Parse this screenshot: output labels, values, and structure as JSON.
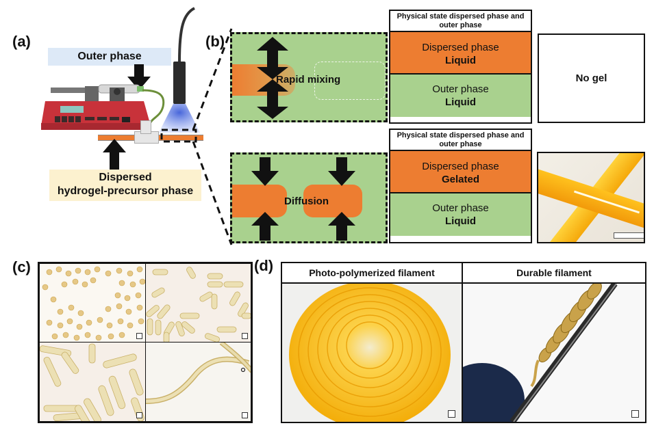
{
  "panels": {
    "a": {
      "label": "(a)",
      "outer_phase_label": "Outer phase",
      "dispersed_label_line1": "Dispersed",
      "dispersed_label_line2": "hydrogel-precursor phase",
      "colors": {
        "outer_box": "#dde9f7",
        "dispersed_box": "#fcf1cf",
        "pump": "#c8323a",
        "tube": "#ed7d31",
        "uv_light": "#7b9cf0"
      }
    },
    "b": {
      "label": "(b)",
      "rows": [
        {
          "mechanism": "Rapid mixing",
          "table_header": "Physical state dispersed phase and outer phase",
          "dispersed_title": "Dispersed phase",
          "dispersed_state": "Liquid",
          "outer_title": "Outer phase",
          "outer_state": "Liquid",
          "result": "No gel"
        },
        {
          "mechanism": "Diffusion",
          "table_header": "Physical state dispersed phase and outer phase",
          "dispersed_title": "Dispersed phase",
          "dispersed_state": "Gelated",
          "outer_title": "Outer phase",
          "outer_state": "Liquid",
          "result": ""
        }
      ],
      "colors": {
        "outer_phase": "#a9d18e",
        "dispersed_phase": "#ed7d31"
      }
    },
    "c": {
      "label": "(c)",
      "images": [
        "spherical-particles",
        "short-rods",
        "long-rods",
        "continuous-filament"
      ]
    },
    "d": {
      "label": "(d)",
      "columns": [
        {
          "title": "Photo-polymerized filament"
        },
        {
          "title": "Durable filament"
        }
      ]
    }
  }
}
